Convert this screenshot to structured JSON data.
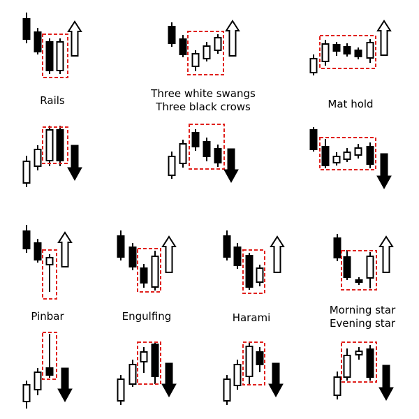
{
  "labels": {
    "rails": "Rails",
    "three_white_swangs": "Three white swangs",
    "three_black_crows": "Three black crows",
    "mat_hold": "Mat hold",
    "pinbar": "Pinbar",
    "engulfing": "Engulfing",
    "harami": "Harami",
    "morning_star": "Morning star",
    "evening_star": "Evening star"
  },
  "colors": {
    "bear_candle": "#000000",
    "bull_candle": "#ffffff",
    "outline": "#000000",
    "highlight_box": "#e0201c",
    "arrow_up": "#ffffff",
    "arrow_down": "#000000"
  },
  "panels": [
    {
      "id": "rails-bull",
      "pattern": "rails",
      "direction": "bullish-reversal",
      "arrow": "up-arrow-icon"
    },
    {
      "id": "three-white-swangs",
      "pattern": "three-white-swangs",
      "direction": "bullish-reversal",
      "arrow": "up-arrow-icon"
    },
    {
      "id": "mat-hold-bull",
      "pattern": "mat-hold",
      "direction": "bullish-continuation",
      "arrow": "up-arrow-icon"
    },
    {
      "id": "rails-bear",
      "pattern": "rails",
      "direction": "bearish-reversal",
      "arrow": "down-arrow-icon"
    },
    {
      "id": "three-black-crows",
      "pattern": "three-black-crows",
      "direction": "bearish-reversal",
      "arrow": "down-arrow-icon"
    },
    {
      "id": "mat-hold-bear",
      "pattern": "mat-hold",
      "direction": "bearish-continuation",
      "arrow": "down-arrow-icon"
    },
    {
      "id": "pinbar-bull",
      "pattern": "pinbar",
      "direction": "bullish-reversal",
      "arrow": "up-arrow-icon"
    },
    {
      "id": "engulfing-bull",
      "pattern": "engulfing",
      "direction": "bullish-reversal",
      "arrow": "up-arrow-icon"
    },
    {
      "id": "harami-bull",
      "pattern": "harami",
      "direction": "bullish-reversal",
      "arrow": "up-arrow-icon"
    },
    {
      "id": "morning-star",
      "pattern": "morning-star",
      "direction": "bullish-reversal",
      "arrow": "up-arrow-icon"
    },
    {
      "id": "pinbar-bear",
      "pattern": "pinbar",
      "direction": "bearish-reversal",
      "arrow": "down-arrow-icon"
    },
    {
      "id": "engulfing-bear",
      "pattern": "engulfing",
      "direction": "bearish-reversal",
      "arrow": "down-arrow-icon"
    },
    {
      "id": "harami-bear",
      "pattern": "harami",
      "direction": "bearish-reversal",
      "arrow": "down-arrow-icon"
    },
    {
      "id": "evening-star",
      "pattern": "evening-star",
      "direction": "bearish-reversal",
      "arrow": "down-arrow-icon"
    }
  ]
}
